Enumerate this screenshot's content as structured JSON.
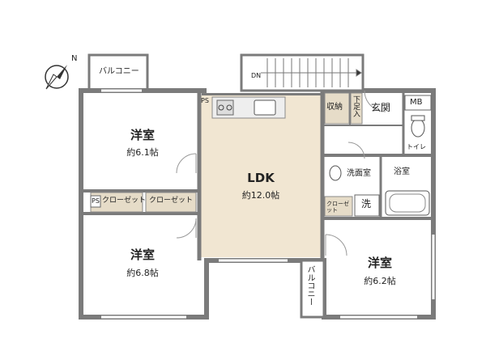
{
  "compass": {
    "north_label": "N"
  },
  "rooms": {
    "western_room_1": {
      "name": "洋室",
      "size": "約6.1帖"
    },
    "western_room_2": {
      "name": "洋室",
      "size": "約6.8帖"
    },
    "western_room_3": {
      "name": "洋室",
      "size": "約6.2帖"
    },
    "ldk": {
      "name": "LDK",
      "size": "約12.0帖"
    }
  },
  "labels": {
    "balcony_top": "バルコニー",
    "balcony_bottom": "バルコニー",
    "closet_left": "クローゼット",
    "closet_right": "クローゼット",
    "closet_small": "クローゼット",
    "storage": "収納",
    "shoe_box": "下足入",
    "entrance": "玄関",
    "mb": "MB",
    "toilet": "トイレ",
    "washroom": "洗面室",
    "bath": "浴室",
    "washer": "洗",
    "ps_left": "PS",
    "ps_top": "PS",
    "stairs_dn": "DN"
  },
  "colors": {
    "wall": "#7b7b7b",
    "room_floor": "#ffffff",
    "ldk_floor": "#f1e6d2",
    "closet_floor": "#e6dcc8",
    "wet_floor": "#ffffff",
    "balcony_floor": "#ffffff"
  }
}
